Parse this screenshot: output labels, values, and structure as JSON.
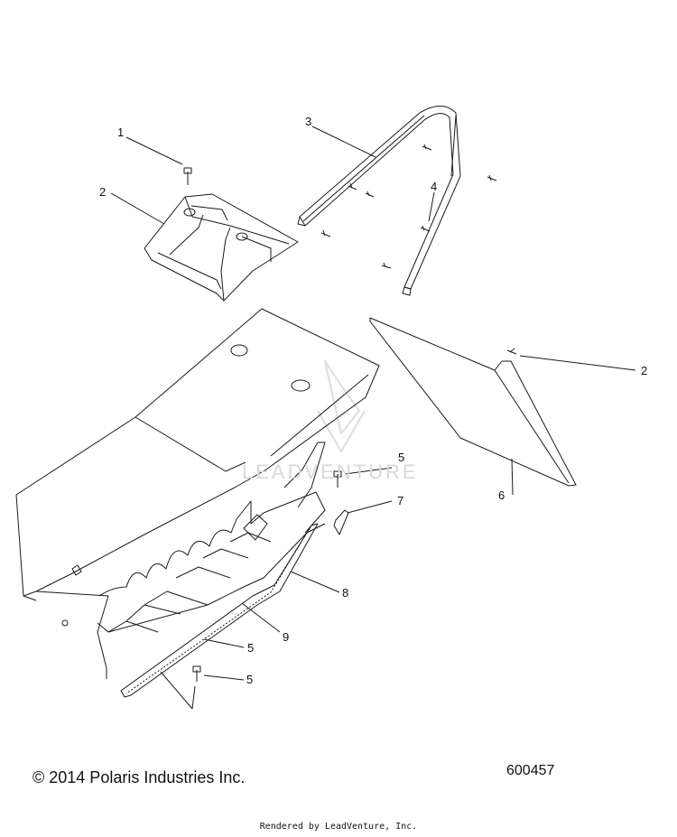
{
  "callouts": [
    "1",
    "2",
    "3",
    "4",
    "2",
    "6",
    "5",
    "7",
    "8",
    "9",
    "5",
    "5"
  ],
  "watermark_text": "LEADVENTURE",
  "copyright": "© 2014 Polaris Industries Inc.",
  "figure_number": "600457",
  "footer": "Rendered by LeadVenture, Inc.",
  "colors": {
    "line": "#1a1a1a",
    "watermark": "#d9d9d9"
  }
}
